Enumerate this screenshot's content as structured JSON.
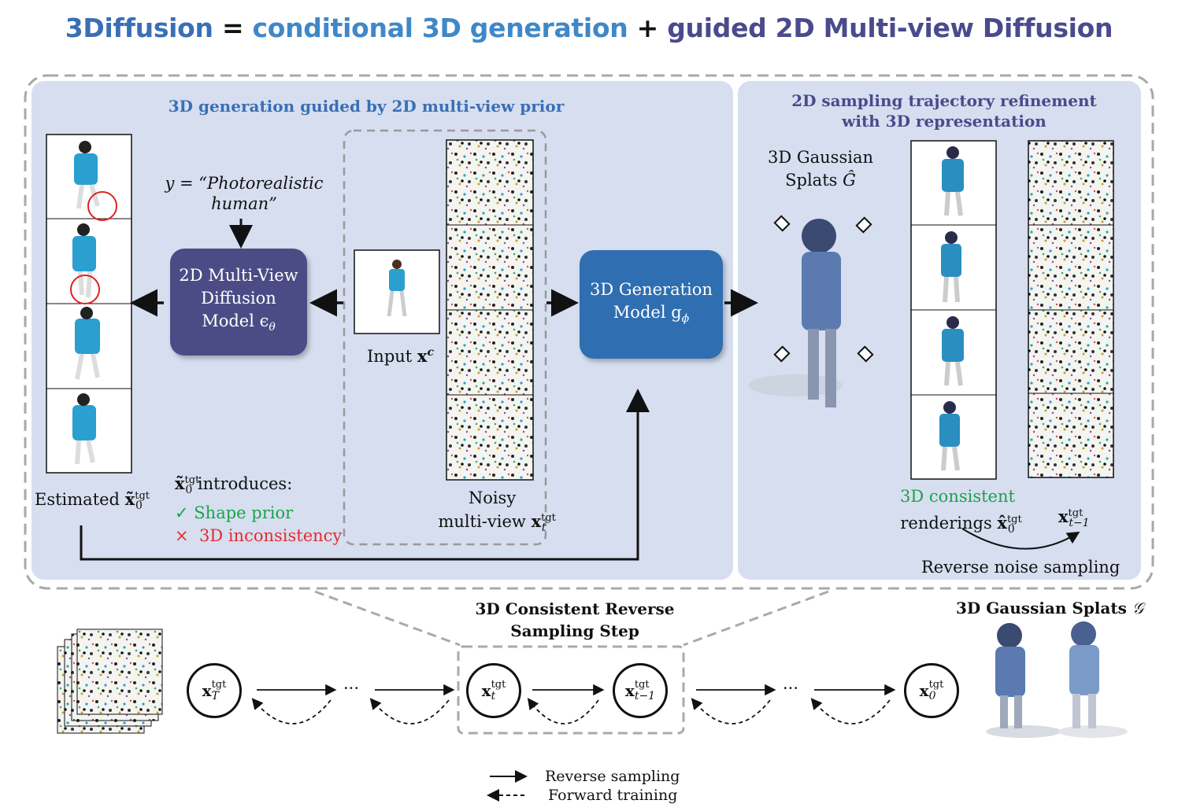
{
  "title": {
    "part1": "3Diffusion",
    "eq": " = ",
    "part2": "conditional 3D generation",
    "plus": " + ",
    "part3": "guided 2D Multi-view Diffusion"
  },
  "left_panel": {
    "title": "3D generation guided by 2D multi-view prior"
  },
  "right_panel": {
    "title_line1": "2D sampling trajectory refinement",
    "title_line2": "with 3D representation"
  },
  "prompt": {
    "line1": "y = “Photorealistic",
    "line2": "human”"
  },
  "diffusion_box": {
    "line1": "2D Multi-View",
    "line2": "Diffusion",
    "line3": "Model ϵ",
    "sub": "θ"
  },
  "generation_box": {
    "line1": "3D Generation",
    "line2": "Model g",
    "sub": "ϕ"
  },
  "input_label": {
    "text": "Input ",
    "sym": "x",
    "sup": "c"
  },
  "noisy_label": {
    "line1": "Noisy",
    "line2": "multi-view ",
    "sym": "x",
    "sup": "tgt",
    "sub": "t"
  },
  "estimated_label": {
    "text": "Estimated ",
    "sym": "x̃",
    "sup": "tgt",
    "sub": "0"
  },
  "introduces": {
    "sym": "x̃",
    "sup": "tgt",
    "sub": "0",
    "text": " introduces:",
    "check": "✓",
    "shape_prior": "Shape prior",
    "cross": "×",
    "inconsistency": "3D inconsistency"
  },
  "gaussian_label": {
    "line1": "3D Gaussian",
    "line2": "Splats ",
    "sym": "Ĝ"
  },
  "consistent_label": {
    "line1": "3D consistent",
    "line2": "renderings ",
    "sym": "x̂",
    "sup": "tgt",
    "sub": "0"
  },
  "prev_label": {
    "sym": "x",
    "sup": "tgt",
    "sub": "t−1"
  },
  "reverse_noise_label": "Reverse noise sampling",
  "step_label": {
    "line1": "3D Consistent Reverse",
    "line2": "Sampling Step"
  },
  "splats_label": {
    "text": "3D Gaussian Splats ",
    "sym": "𝒢"
  },
  "chain": {
    "nodes": [
      {
        "sym": "x",
        "sup": "tgt",
        "sub": "T"
      },
      {
        "sym": "x",
        "sup": "tgt",
        "sub": "t"
      },
      {
        "sym": "x",
        "sup": "tgt",
        "sub": "t−1"
      },
      {
        "sym": "x",
        "sup": "tgt",
        "sub": "0"
      }
    ],
    "ellipsis": "···"
  },
  "legend": {
    "reverse": "Reverse sampling",
    "forward": "Forward training"
  },
  "colors": {
    "panel_bg": "#d6def0",
    "diffusion_box": "#4b4c86",
    "generation_box": "#2f6eb1",
    "title_blue": "#3a6fb5",
    "title_light": "#3f88c8",
    "title_purple": "#4a4a8c",
    "panel_title_left": "#3a6fb5",
    "panel_title_right": "#4a4a8c",
    "check_green": "#1aa34a",
    "cross_red": "#e52b2b"
  }
}
